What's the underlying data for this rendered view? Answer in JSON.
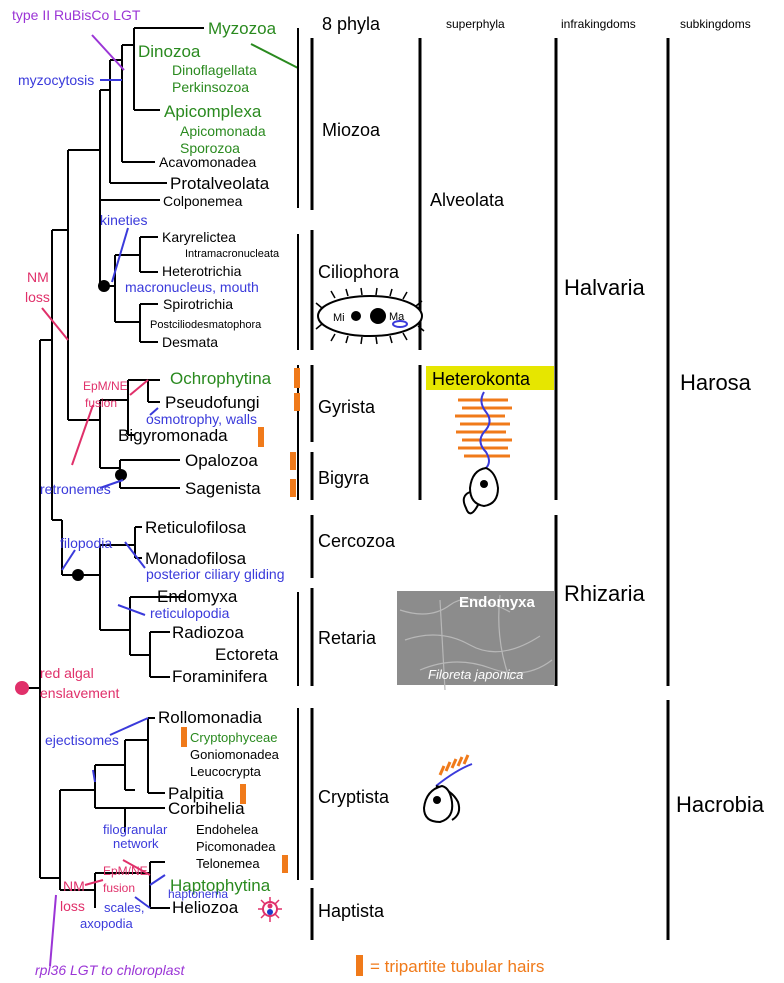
{
  "colors": {
    "black": "#000000",
    "green": "#2a8a1f",
    "blue": "#3a3adb",
    "pink": "#e0306a",
    "purple": "#9b35d6",
    "orange": "#f07a1a",
    "yellow": "#e6e600",
    "teal": "#1a7a7a"
  },
  "headers": {
    "phyla": "8 phyla",
    "superphyla": "superphyla",
    "infrakingdoms": "infrakingdoms",
    "subkingdoms": "subkingdoms"
  },
  "taxa": {
    "myzozoa": "Myzozoa",
    "dinozoa": "Dinozoa",
    "dinoflagellata": "Dinoflagellata",
    "perkinsozoa": "Perkinsozoa",
    "apicomplexa": "Apicomplexa",
    "apicomonada": "Apicomonada",
    "sporozoa": "Sporozoa",
    "acavomonadea": "Acavomonadea",
    "protalveolata": "Protalveolata",
    "colponemea": "Colponemea",
    "karyrelictea": "Karyrelictea",
    "intramacronucleata": "Intramacronucleata",
    "heterotrichia": "Heterotrichia",
    "spirotrichia": "Spirotrichia",
    "postciliodesmatophora": "Postciliodesmatophora",
    "desmata": "Desmata",
    "ochrophytina": "Ochrophytina",
    "pseudofungi": "Pseudofungi",
    "bigyromonada": "Bigyromonada",
    "opalozoa": "Opalozoa",
    "sagenista": "Sagenista",
    "reticulofilosa": "Reticulofilosa",
    "monadofilosa": "Monadofilosa",
    "endomyxa": "Endomyxa",
    "radiozoa": "Radiozoa",
    "ectoreta": "Ectoreta",
    "foraminifera": "Foraminifera",
    "rollomonadia": "Rollomonadia",
    "cryptophyceae": "Cryptophyceae",
    "goniomonadea": "Goniomonadea",
    "leucocrypta": "Leucocrypta",
    "palpitia": "Palpitia",
    "corbihelia": "Corbihelia",
    "endohelea": "Endohelea",
    "picomonadea": "Picomonadea",
    "telonemea": "Telonemea",
    "haptophytina": "Haptophytina",
    "heliozoa": "Heliozoa"
  },
  "phyla": {
    "miozoa": "Miozoa",
    "ciliophora": "Ciliophora",
    "gyrista": "Gyrista",
    "bigyra": "Bigyra",
    "cercozoa": "Cercozoa",
    "retaria": "Retaria",
    "cryptista": "Cryptista",
    "haptista": "Haptista"
  },
  "superphyla": {
    "alveolata": "Alveolata",
    "heterokonta": "Heterokonta"
  },
  "infrakingdoms": {
    "halvaria": "Halvaria",
    "rhizaria": "Rhizaria"
  },
  "subkingdoms": {
    "harosa": "Harosa",
    "hacrobia": "Hacrobia"
  },
  "events": {
    "rubisco": "type II RuBisCo LGT",
    "myzocytosis": "myzocytosis",
    "kineties": "kineties",
    "nm_loss_1": "NM",
    "nm_loss_1b": "loss",
    "macronucleus": "macronucleus, mouth",
    "epm_ne_1": "EpM/NE",
    "epm_ne_1b": "fusion",
    "osmotrophy": "osmotrophy, walls",
    "retronemes": "retronemes",
    "filopodia": "filopodia",
    "posterior_gliding": "posterior ciliary gliding",
    "reticulopodia": "reticulopodia",
    "red_algal": "red algal",
    "enslavement": "enslavement",
    "ejectisomes": "ejectisomes",
    "filogranular": "filogranular",
    "network": "network",
    "epm_ne_2": "EpM/NE",
    "epm_ne_2b": "fusion",
    "haptonema": "haptonema",
    "nm_loss_2": "NM",
    "nm_loss_2b": "loss",
    "scales": "scales,",
    "axopodia": "axopodia",
    "rpl36": "rpl36 LGT to chloroplast"
  },
  "photo": {
    "title": "Endomyxa",
    "caption": "Filoreta japonica"
  },
  "ciliate": {
    "mi": "Mi",
    "ma": "Ma"
  },
  "legend": {
    "text": "= tripartite tubular hairs"
  }
}
